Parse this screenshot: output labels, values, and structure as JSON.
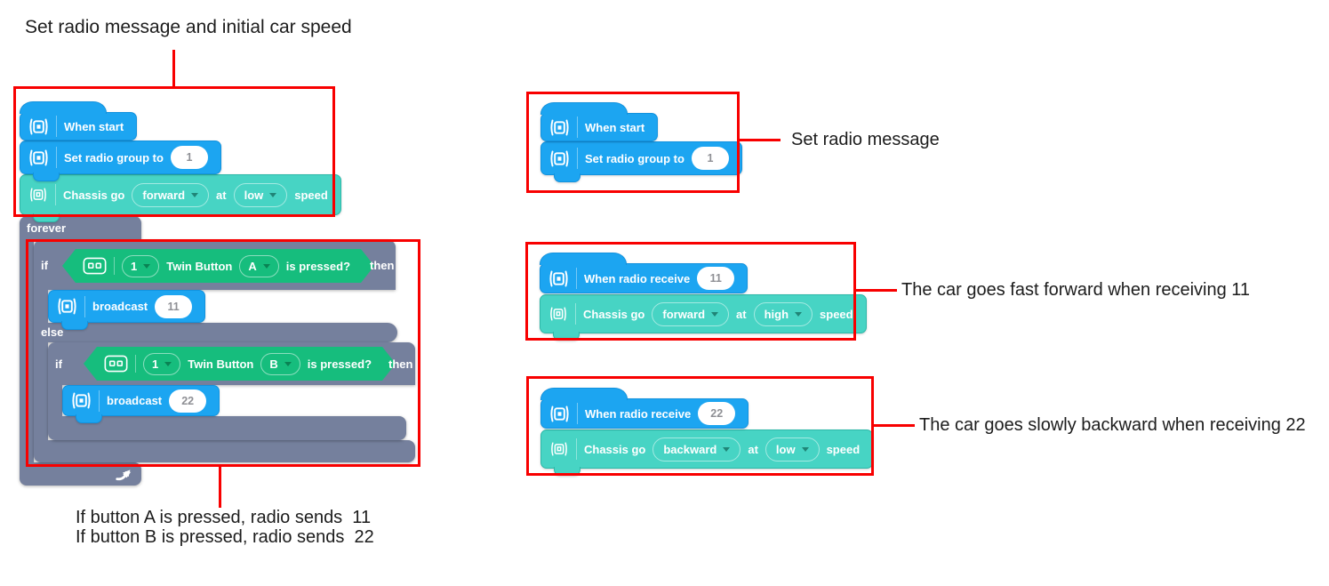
{
  "annotations": {
    "top_left_label": "Set radio message and initial car speed",
    "bottom_left_line1": "If button A is pressed, radio sends  11",
    "bottom_left_line2": "If button B is pressed, radio sends  22",
    "right_top_label": "Set radio message",
    "right_middle_label": "The car goes fast forward when receiving 11",
    "right_bottom_label": "The car goes slowly backward when receiving 22"
  },
  "colors": {
    "annotation_red": "#f80000",
    "event_blue": "#1ca5f1",
    "motion_teal": "#47d4c4",
    "sensing_green": "#16bd7d",
    "control_slate": "#75809d"
  },
  "left_program": {
    "when_start": {
      "label": "When start"
    },
    "set_radio_group": {
      "label": "Set radio group to",
      "value": "1"
    },
    "chassis": {
      "prefix": "Chassis go",
      "direction": "forward",
      "mid": "at",
      "speed": "low",
      "suffix": "speed"
    },
    "forever_label": "forever",
    "else_label": "else",
    "if_a": {
      "if": "if",
      "port": "1",
      "name": "Twin Button",
      "button": "A",
      "suffix": "is pressed?",
      "then": "then"
    },
    "broadcast_a": {
      "label": "broadcast",
      "value": "11"
    },
    "if_b": {
      "if": "if",
      "port": "1",
      "name": "Twin Button",
      "button": "B",
      "suffix": "is pressed?",
      "then": "then"
    },
    "broadcast_b": {
      "label": "broadcast",
      "value": "22"
    }
  },
  "program_radio_setup": {
    "when_start": {
      "label": "When start"
    },
    "set_radio_group": {
      "label": "Set radio group to",
      "value": "1"
    }
  },
  "program_receive_11": {
    "when_receive": {
      "label": "When radio receive",
      "value": "11"
    },
    "chassis": {
      "prefix": "Chassis go",
      "direction": "forward",
      "mid": "at",
      "speed": "high",
      "suffix": "speed"
    }
  },
  "program_receive_22": {
    "when_receive": {
      "label": "When radio receive",
      "value": "22"
    },
    "chassis": {
      "prefix": "Chassis go",
      "direction": "backward",
      "mid": "at",
      "speed": "low",
      "suffix": "speed"
    }
  }
}
